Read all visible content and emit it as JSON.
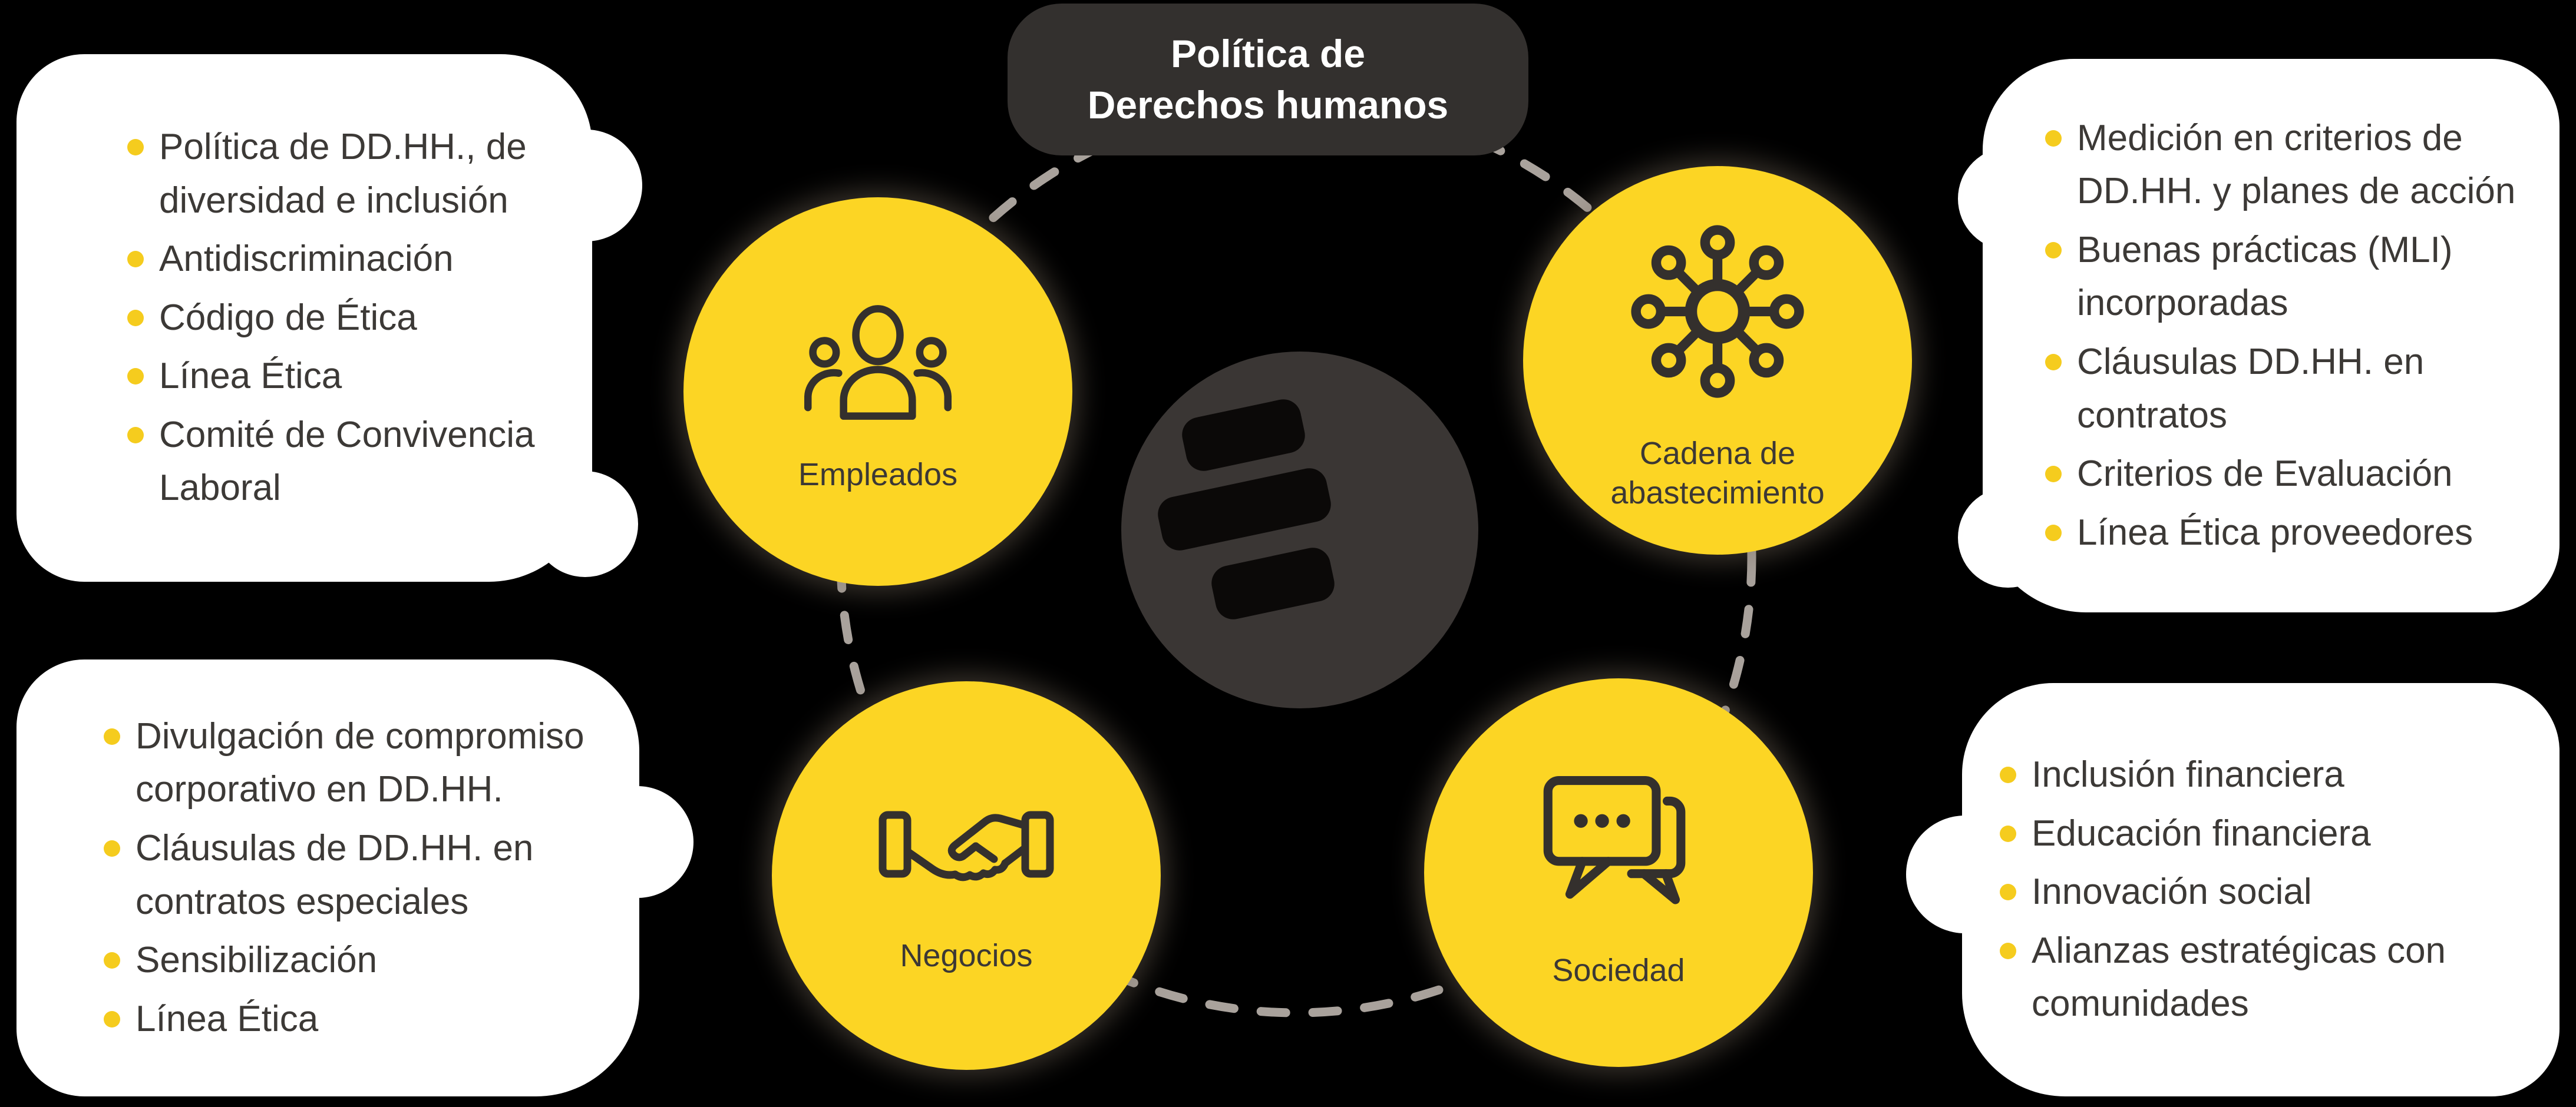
{
  "title": {
    "text": "Política de\nDerechos humanos"
  },
  "colors": {
    "background": "#000000",
    "node_yellow": "#FCD524",
    "bullet_yellow": "#F5CC1E",
    "pill_dark": "#33302E",
    "logo_circle": "#3A3634",
    "logo_bars": "#0B0908",
    "panel_white": "#FFFFFF",
    "text_dark": "#3C3936",
    "ring_gray": "#A9A29C"
  },
  "center_logo": {
    "name": "bancolombia-brand-mark",
    "bars": 3
  },
  "nodes": {
    "empleados": {
      "label": "Empleados",
      "icon": "people-group-icon"
    },
    "cadena": {
      "label": "Cadena de\nabastecimiento",
      "icon": "network-icon"
    },
    "negocios": {
      "label": "Negocios",
      "icon": "handshake-icon"
    },
    "sociedad": {
      "label": "Sociedad",
      "icon": "chat-bubbles-icon"
    }
  },
  "panels": {
    "empleados": {
      "items": [
        "Política de DD.HH., de\ndiversidad e inclusión",
        "Antidiscriminación",
        "Código de Ética",
        "Línea Ética",
        "Comité de Convivencia\nLaboral"
      ]
    },
    "cadena": {
      "items": [
        "Medición en criterios de\nDD.HH. y planes de acción",
        "Buenas prácticas (MLI)\nincorporadas",
        "Cláusulas DD.HH. en\ncontratos",
        "Criterios de Evaluación",
        "Línea Ética proveedores"
      ]
    },
    "negocios": {
      "items": [
        "Divulgación de compromiso\ncorporativo en DD.HH.",
        "Cláusulas de DD.HH. en\ncontratos especiales",
        "Sensibilización",
        "Línea Ética"
      ]
    },
    "sociedad": {
      "items": [
        "Inclusión financiera",
        "Educación financiera",
        "Innovación social",
        "Alianzas estratégicas con\ncomunidades"
      ]
    }
  }
}
